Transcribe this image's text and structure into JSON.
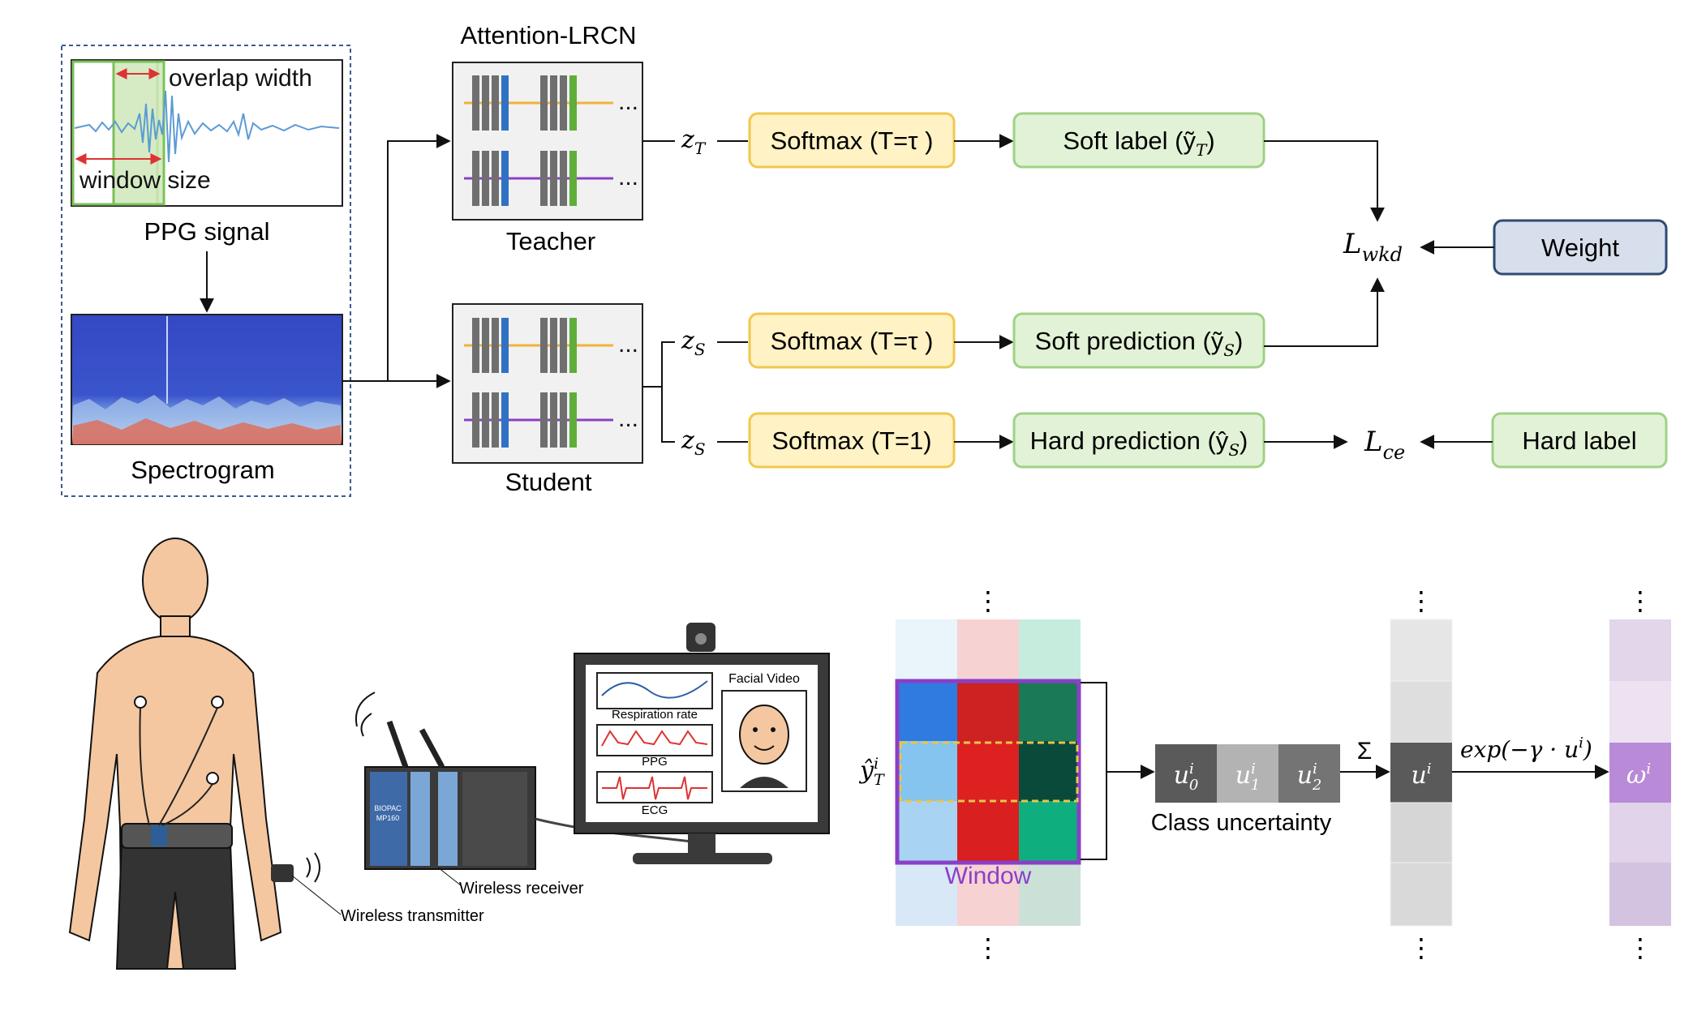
{
  "top": {
    "input": {
      "overlap_label": "overlap width",
      "window_size_label": "window size",
      "ppg_caption": "PPG signal",
      "spectrogram_caption": "Spectrogram"
    },
    "models": {
      "title": "Attention-LRCN",
      "teacher_caption": "Teacher",
      "student_caption": "Student",
      "ellipsis": "..."
    },
    "logits": {
      "z_teacher": "z",
      "z_teacher_sub": "T",
      "z_student": "z",
      "z_student_sub": "S"
    },
    "softmax_labels": [
      "Softmax (T=τ )",
      "Softmax (T=τ )",
      "Softmax (T=1)"
    ],
    "outputs": {
      "soft_label": "Soft label (ỹ",
      "soft_label_sub": "T",
      "soft_prediction": "Soft prediction (ỹ",
      "soft_prediction_sub": "S",
      "hard_prediction": "Hard prediction (ŷ",
      "hard_prediction_sub": "S",
      "close_paren": ")"
    },
    "losses": {
      "wkd_main": "L",
      "wkd_sub": "wkd",
      "ce_main": "L",
      "ce_sub": "ce"
    },
    "inputs_right": {
      "weight": "Weight",
      "hard_label": "Hard label"
    }
  },
  "bottom": {
    "setup": {
      "wireless_receiver": "Wireless receiver",
      "wireless_transmitter": "Wireless transmitter",
      "biopac_brand": "BIOPAC",
      "biopac_model": "MP160",
      "monitor_facial_video": "Facial Video",
      "monitor_respiration": "Respiration rate",
      "monitor_ppg": "PPG",
      "monitor_ecg": "ECG"
    },
    "uncertainty": {
      "y_hat": "ŷ",
      "y_hat_sup": "i",
      "y_hat_sub": "T",
      "window_label": "Window",
      "u_main": "u",
      "u_sup": "i",
      "u_subs": [
        "0",
        "1",
        "2"
      ],
      "class_uncertainty_label": "Class uncertainty",
      "sigma": "Σ",
      "u_aggregate": "u",
      "u_aggregate_sup": "i",
      "exp_label": "exp(−γ · u",
      "exp_sup": "i",
      "exp_close": ")",
      "omega": "ω",
      "omega_sup": "i",
      "vdots": "⋮"
    }
  },
  "colors": {
    "softmax_fill": "#fff2c4",
    "softmax_stroke": "#f1c74d",
    "green_fill": "#e2f2d6",
    "green_stroke": "#9fd185",
    "weight_fill": "#d6dfeb",
    "weight_stroke": "#2f4a70",
    "window_stroke": "#8a3fc7",
    "spectrogram_blue": "#3a4fc8"
  }
}
